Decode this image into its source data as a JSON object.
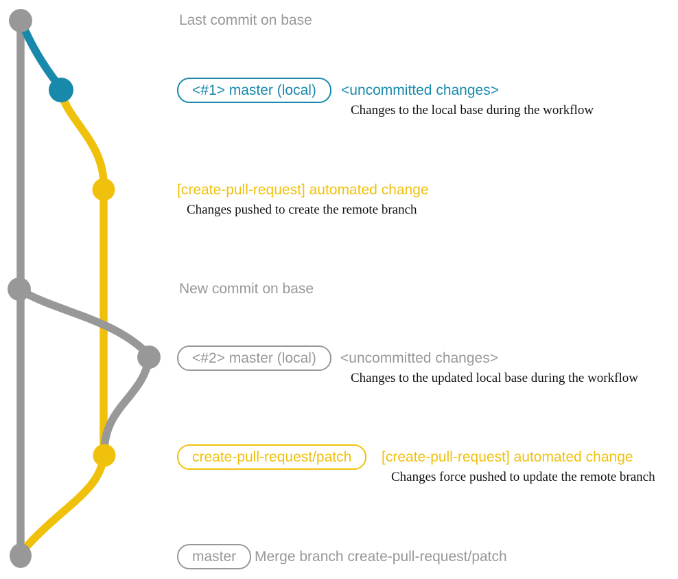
{
  "colors": {
    "gray": "#989898",
    "teal": "#1889ab",
    "yellow": "#f0c10c",
    "caption": "#111111"
  },
  "commits": [
    {
      "message": "Last commit on base"
    },
    {
      "label": "<#1> master (local)",
      "message": "<uncommitted changes>",
      "caption": "Changes to the local base during the workflow"
    },
    {
      "message": "[create-pull-request] automated change",
      "caption": "Changes pushed to create the remote branch"
    },
    {
      "message": "New commit on base"
    },
    {
      "label": "<#2> master (local)",
      "message": "<uncommitted changes>",
      "caption": "Changes to the updated local base during the workflow"
    },
    {
      "label": "create-pull-request/patch",
      "message": "[create-pull-request] automated change",
      "caption": "Changes force pushed to update the remote branch"
    },
    {
      "label": "master",
      "message": "Merge branch create-pull-request/patch"
    }
  ]
}
